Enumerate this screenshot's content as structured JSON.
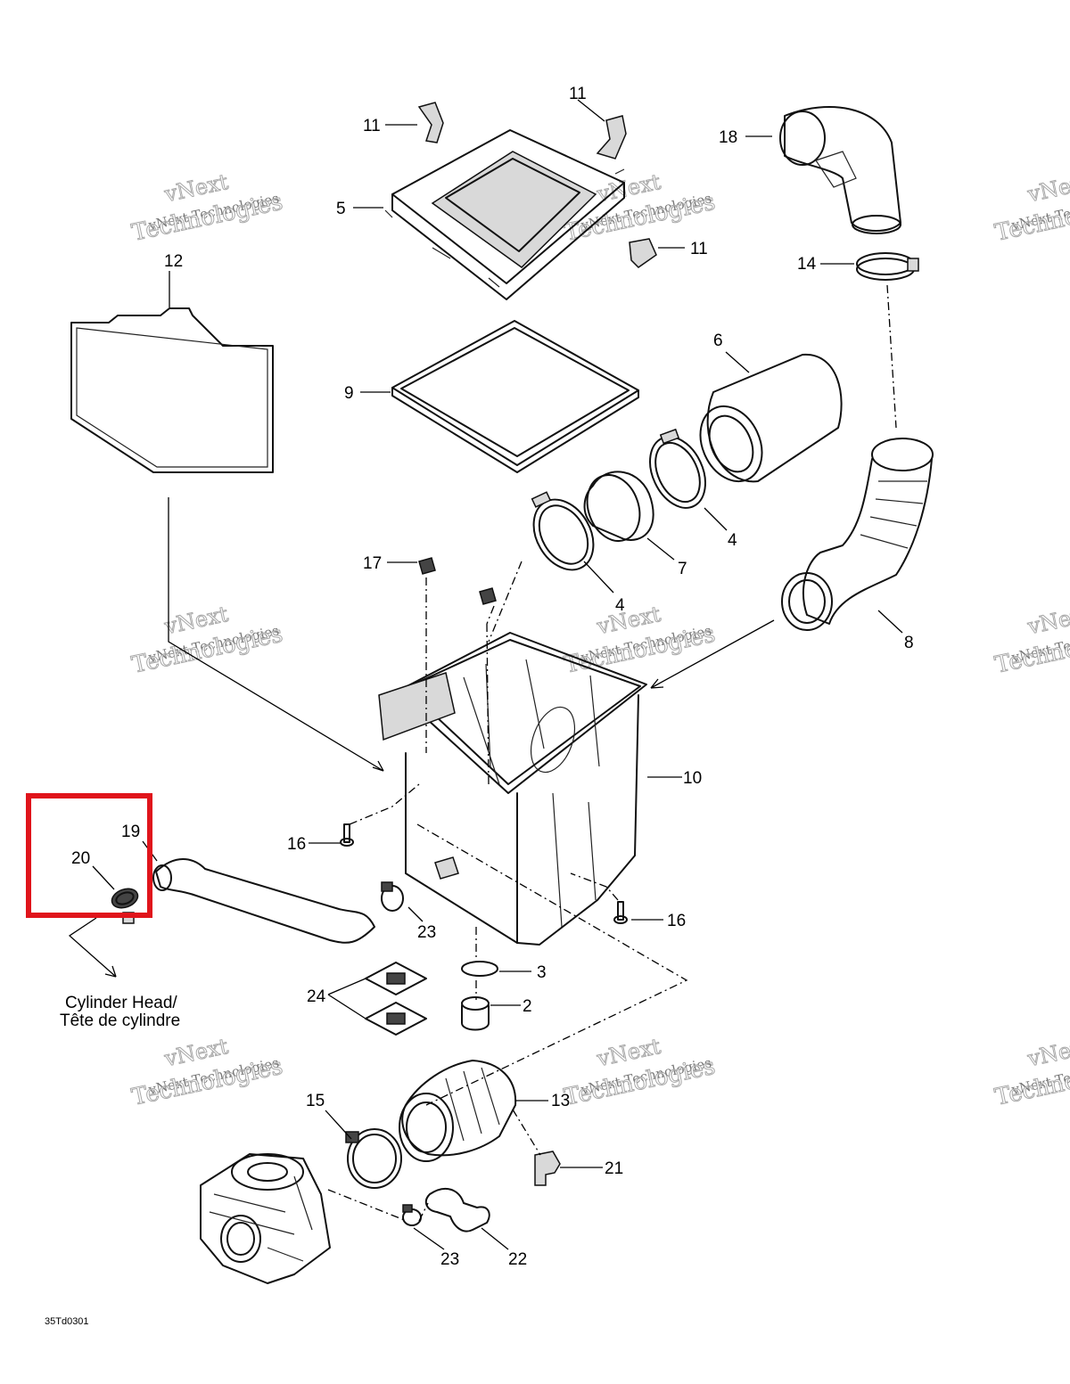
{
  "diagram": {
    "part_numbers": {
      "p2": "2",
      "p3": "3",
      "p4a": "4",
      "p4b": "4",
      "p5": "5",
      "p6": "6",
      "p7": "7",
      "p8": "8",
      "p9": "9",
      "p10": "10",
      "p11a": "11",
      "p11b": "11",
      "p11c": "11",
      "p12": "12",
      "p13": "13",
      "p14": "14",
      "p15": "15",
      "p16a": "16",
      "p16b": "16",
      "p17": "17",
      "p18": "18",
      "p19": "19",
      "p20": "20",
      "p21": "21",
      "p22": "22",
      "p23a": "23",
      "p23b": "23",
      "p24": "24"
    },
    "caption_line1": "Cylinder Head/",
    "caption_line2": "Tête de cylindre",
    "drawing_code": "35Td0301",
    "watermark_line1": "vNext",
    "watermark_line2": "vNext Technologies",
    "watermark_line3": "Technologies",
    "highlight_color": "#e0141b"
  }
}
